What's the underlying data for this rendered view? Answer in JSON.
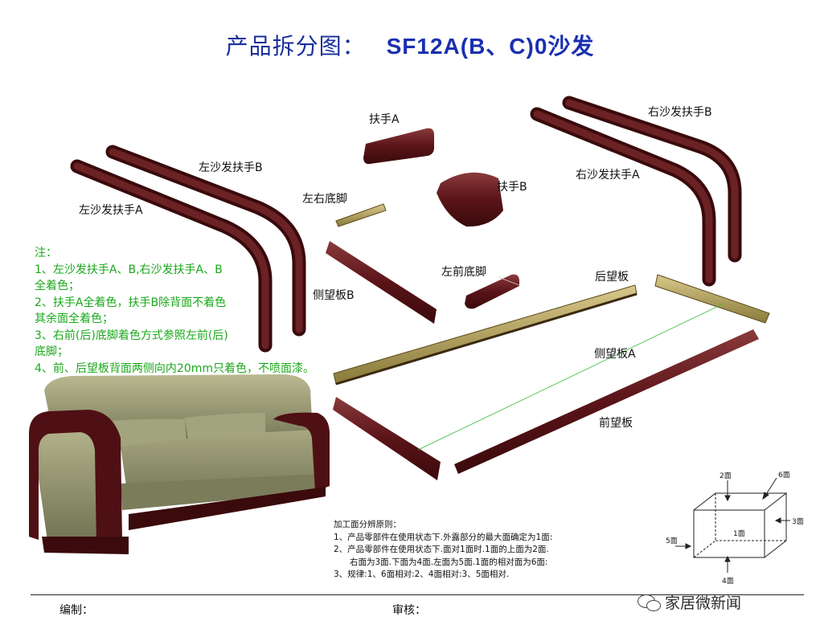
{
  "title": {
    "prefix": "产品拆分图：",
    "code": "SF12A(B、C)0沙发"
  },
  "parts": {
    "left_arm_b": "左沙发扶手B",
    "left_arm_a": "左沙发扶手A",
    "armrest_a": "扶手A",
    "armrest_b": "扶手B",
    "side_feet": "左右底脚",
    "side_panel_b": "侧望板B",
    "left_front_foot": "左前底脚",
    "back_panel": "后望板",
    "side_panel_a": "侧望板A",
    "front_panel": "前望板",
    "right_arm_b": "右沙发扶手B",
    "right_arm_a": "右沙发扶手A"
  },
  "notes": {
    "header": "注：",
    "l1": "1、左沙发扶手A、B,右沙发扶手A、B",
    "l2": "全着色；",
    "l3": "2、扶手A全着色，扶手B除背面不着色",
    "l4": "其余面全着色；",
    "l5": "3、右前(后)底脚着色方式参照左前(后)",
    "l6": "底脚；",
    "l7": "4、前、后望板背面两侧向内20mm只着色，不喷面漆。"
  },
  "rules": {
    "header": "加工面分辨原则：",
    "l1": "1、产品零部件在使用状态下.外露部分的最大面确定为1面:",
    "l2": "2、产品零部件在使用状态下.面对1面时.1面的上面为2面.",
    "l3": "右面为3面.下面为4面.左面为5面.1面的相对面为6面:",
    "l4": "3、规律:1、6面相对:2、4面相对:3、5面相对."
  },
  "cube": {
    "f1": "1面",
    "f2": "2面",
    "f3": "3面",
    "f4": "4面",
    "f5": "5面",
    "f6": "6面"
  },
  "footer": {
    "editor": "编制：",
    "reviewer": "审核："
  },
  "watermark": "家居微新闻",
  "colors": {
    "wood": "#5a1418",
    "wood_light": "#8a3a3c",
    "sofa": "#8f9068",
    "note_green": "#1aa81a",
    "title_blue": "#1a2f9a"
  }
}
